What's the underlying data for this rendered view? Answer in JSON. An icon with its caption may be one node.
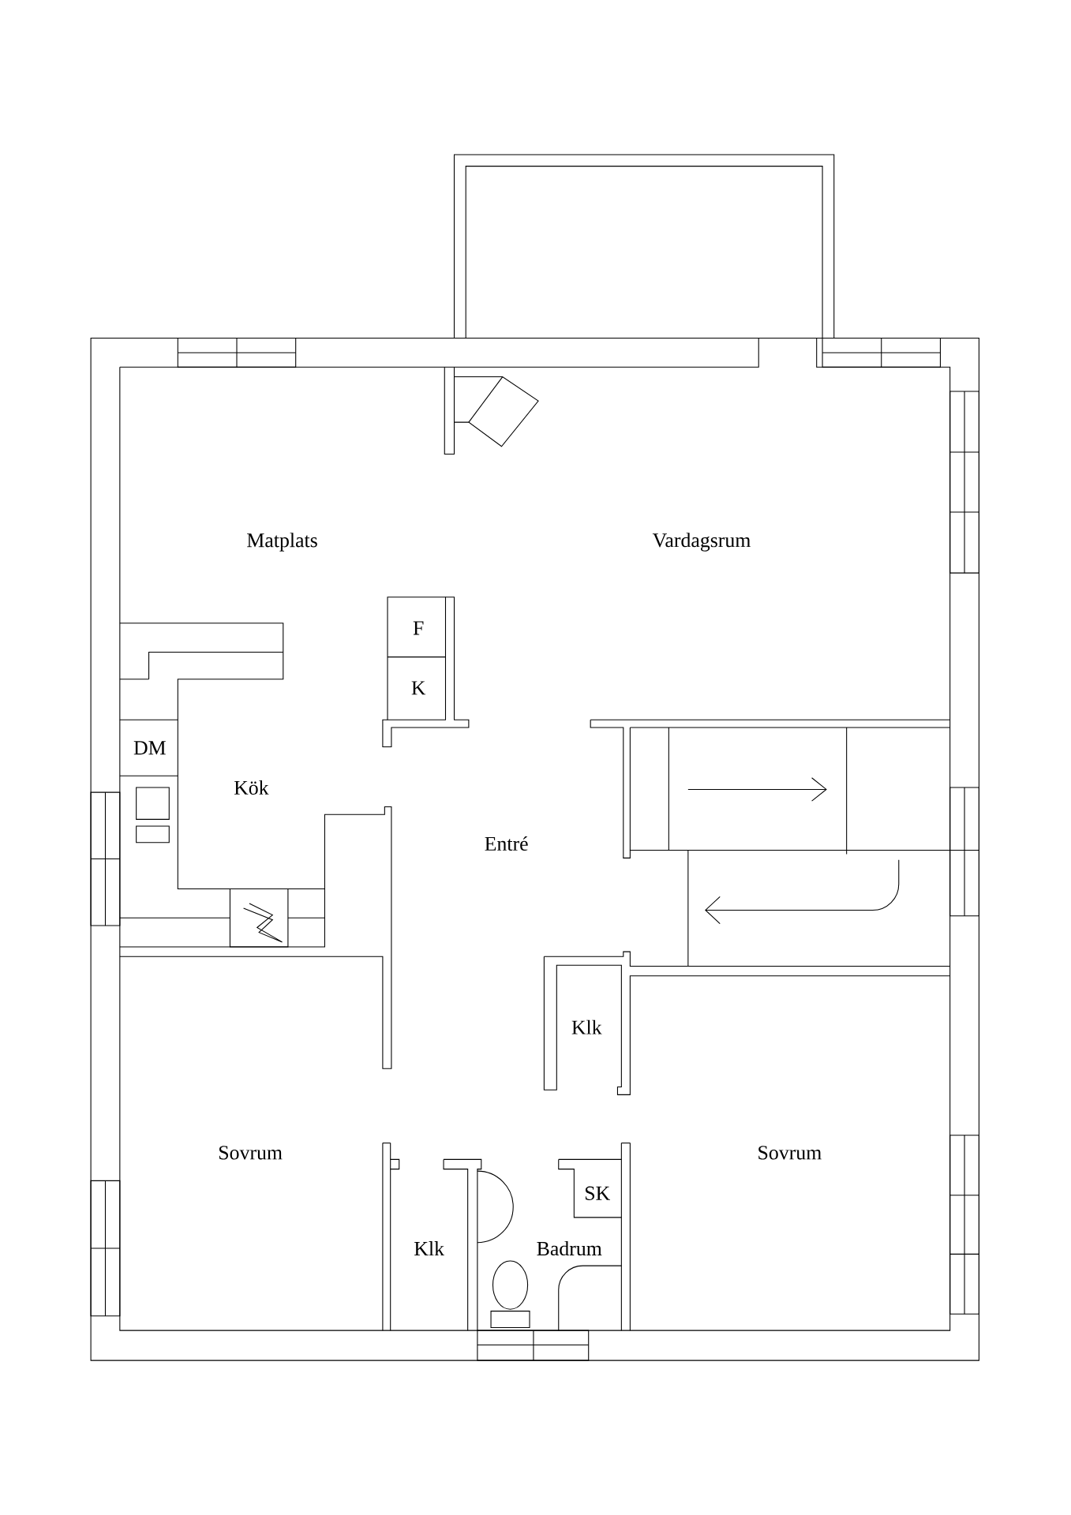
{
  "diagram": {
    "labels": [
      "Matplats",
      "Vardagsrum",
      "F",
      "K",
      "DM",
      "Kök",
      "Entré",
      "Klk",
      "Sovrum",
      "Sovrum",
      "SK",
      "Klk",
      "Badrum"
    ]
  }
}
